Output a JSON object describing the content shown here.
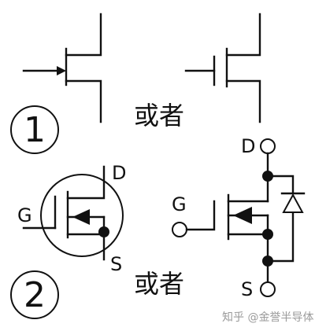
{
  "diagram": {
    "row1": {
      "number": "1",
      "separator": "或者"
    },
    "row2": {
      "number": "2",
      "separator": "或者",
      "left_symbol": {
        "gate": "G",
        "drain": "D",
        "source": "S"
      },
      "right_symbol": {
        "gate": "G",
        "drain": "D",
        "source": "S"
      }
    },
    "watermark": "知乎 @金誉半导体"
  }
}
